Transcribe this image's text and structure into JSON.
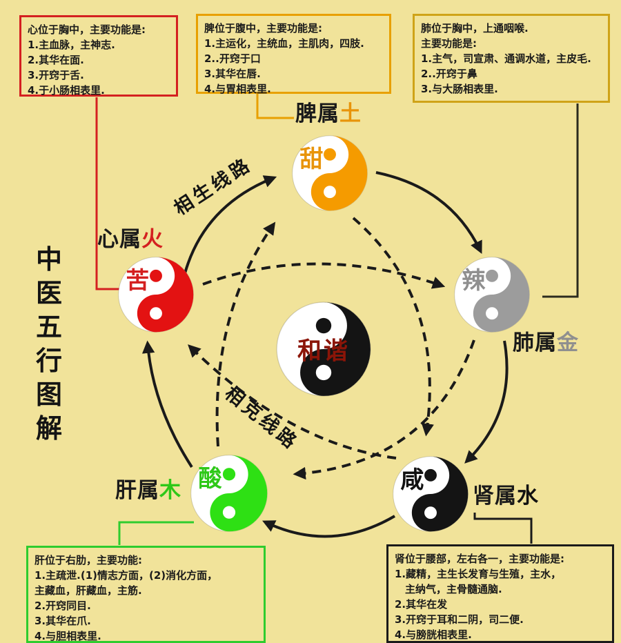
{
  "title": {
    "text": "中医五行图解"
  },
  "center": {
    "label": "和谐"
  },
  "cycles": {
    "generation": {
      "label": "相生线路",
      "style": "solid-arrows",
      "sequence": [
        "心/火",
        "脾/土",
        "肺/金",
        "肾/水",
        "肝/木",
        "心/火"
      ]
    },
    "overcoming": {
      "label": "相克线路",
      "style": "dashed-arrows",
      "sequence": [
        "心/火",
        "肺/金",
        "肝/木",
        "脾/土",
        "肾/水",
        "心/火"
      ]
    }
  },
  "elements": {
    "spleen": {
      "organ_label": "脾属",
      "element_char": "土",
      "taste": "甜"
    },
    "heart": {
      "organ_label": "心属",
      "element_char": "火",
      "taste": "苦"
    },
    "lung": {
      "organ_label": "肺属",
      "element_char": "金",
      "taste": "辣"
    },
    "kidney": {
      "organ_label": "肾属",
      "element_char": "水",
      "taste": "咸"
    },
    "liver": {
      "organ_label": "肝属",
      "element_char": "木",
      "taste": "酸"
    }
  },
  "boxes": {
    "heart": {
      "text": "心位于胸中，主要功能是:\n1.主血脉，主神志.\n2.其华在面.\n3.开窍于舌.\n4.于小肠相表里."
    },
    "spleen": {
      "text": "脾位于腹中，主要功能是:\n1.主运化，主统血，主肌肉，四肢.\n2..开窍于口\n3.其华在唇.\n4.与胃相表里."
    },
    "lung": {
      "text": "肺位于胸中，上通咽喉.\n主要功能是:\n1.主气，司宣肃、通调水道，主皮毛.\n2..开窍于鼻\n3.与大肠相表里."
    },
    "liver": {
      "text": "肝位于右肋，主要功能:\n1.主疏泄.(1)情志方面，(2)消化方面，\n主藏血，肝藏血，主筋.\n2.开窍同目.\n3.其华在爪.\n4.与胆相表里."
    },
    "kidney": {
      "text": "肾位于腰部，左右各一，主要功能是:\n1.藏精，主生长发育与生殖，主水，\n　主纳气，主骨髓通脑.\n2.其华在发\n3.开窍于耳和二阴，司二便.\n4.与膀胱相表里."
    }
  },
  "colors": {
    "background": "#f1e39a",
    "fire": "#e31212",
    "earth": "#f59b00",
    "metal": "#9c9c9c",
    "water": "#141414",
    "wood": "#2ee014",
    "harmony_text": "#8b1508",
    "arrow": "#1a1a1a",
    "box_border_heart": "#d42020",
    "box_border_spleen": "#e8a000",
    "box_border_lung": "#cfa318",
    "box_border_liver": "#2ecc2e",
    "box_border_kidney": "#1a1a1a"
  }
}
